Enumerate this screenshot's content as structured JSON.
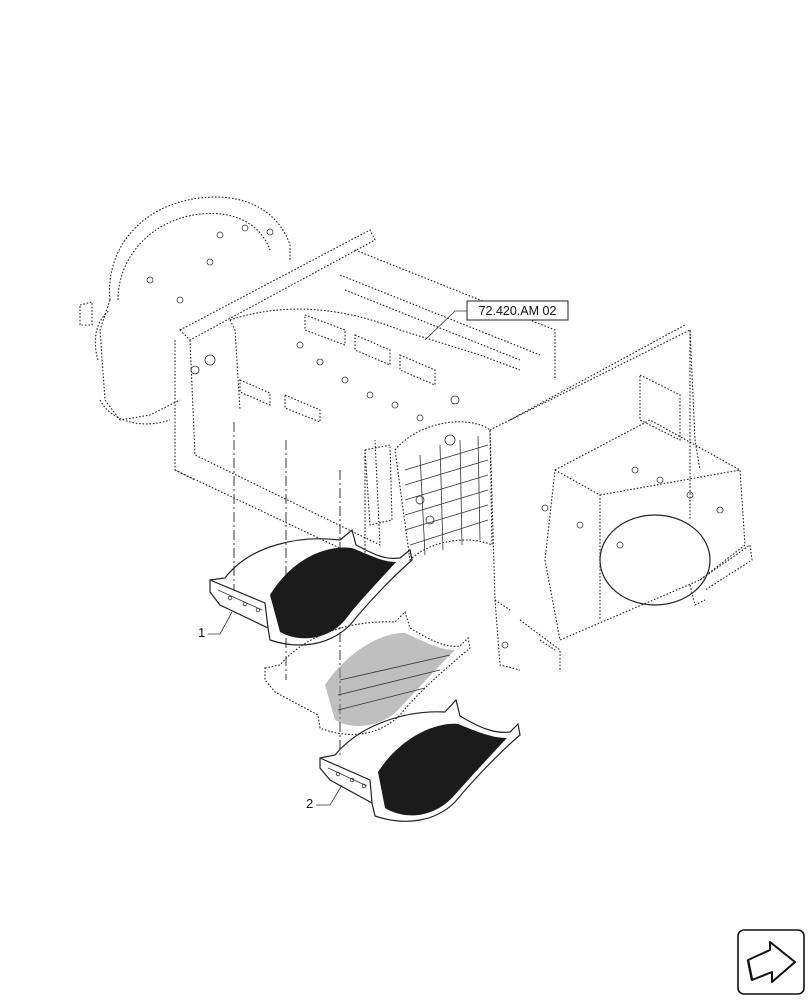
{
  "diagram": {
    "reference_label": "72.420.AM 02",
    "callouts": [
      {
        "number": "1"
      },
      {
        "number": "2"
      }
    ],
    "nav_icon": "next-page-arrow-icon"
  }
}
